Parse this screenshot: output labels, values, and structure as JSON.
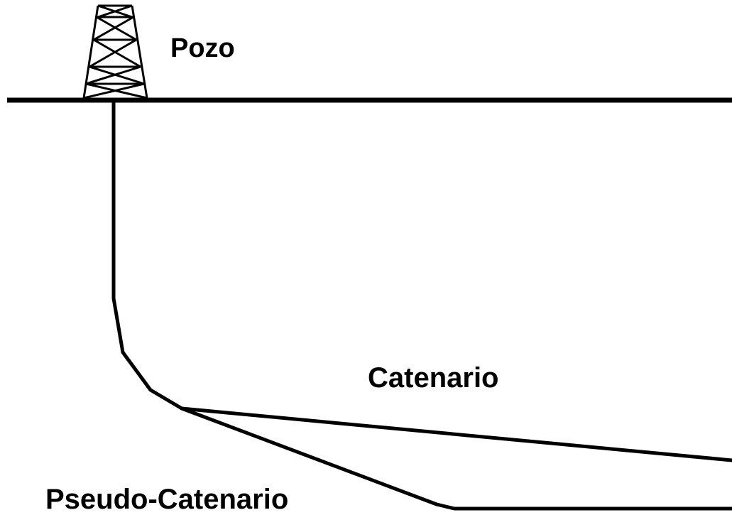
{
  "labels": {
    "well": "Pozo",
    "catenary": "Catenario",
    "pseudo_catenary": "Pseudo-Catenario"
  },
  "colors": {
    "line": "#000000",
    "background": "#ffffff"
  },
  "icons": {
    "rig": "drilling-rig-icon"
  }
}
